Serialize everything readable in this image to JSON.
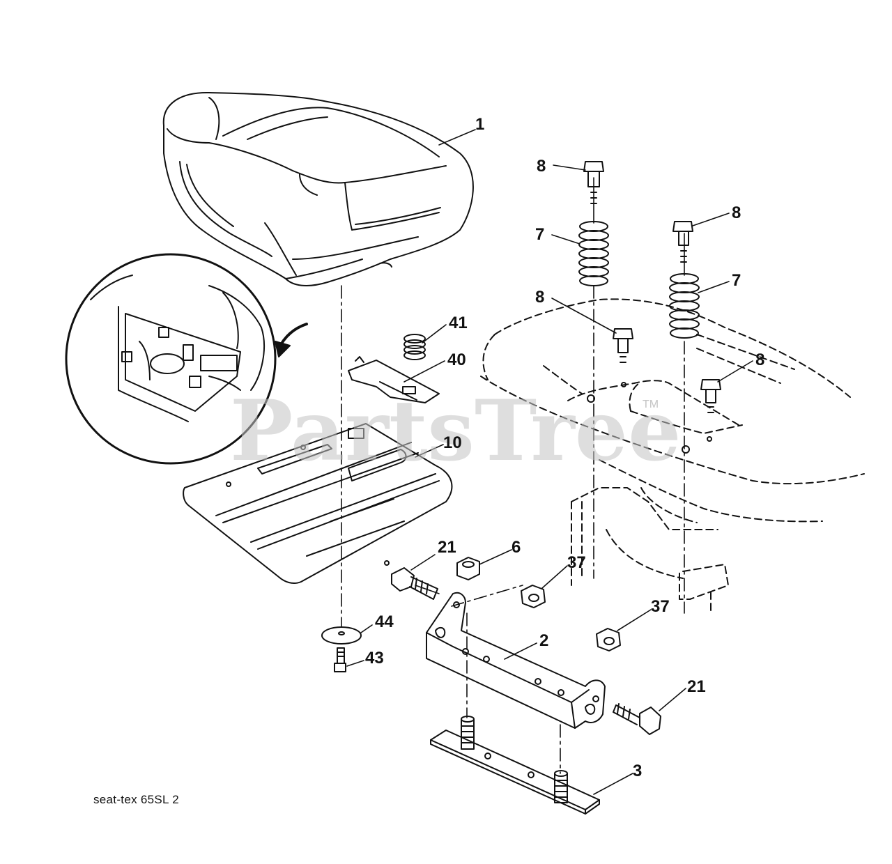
{
  "watermark": {
    "text": "PartsTree",
    "mark": "TM"
  },
  "caption": "seat-tex 65SL 2",
  "callouts": {
    "seat": "1",
    "seat_bracket": "2",
    "base_plate": "3",
    "nut_6": "6",
    "spring_left": "7",
    "spring_right": "7",
    "bolt_a": "8",
    "bolt_b": "8",
    "bolt_c": "8",
    "bolt_d": "8",
    "seat_pan": "10",
    "bolt_21_left": "21",
    "bolt_21_right": "21",
    "nut_37_upper": "37",
    "nut_37_lower": "37",
    "clip": "40",
    "small_spring": "41",
    "screw": "43",
    "washer": "44"
  }
}
